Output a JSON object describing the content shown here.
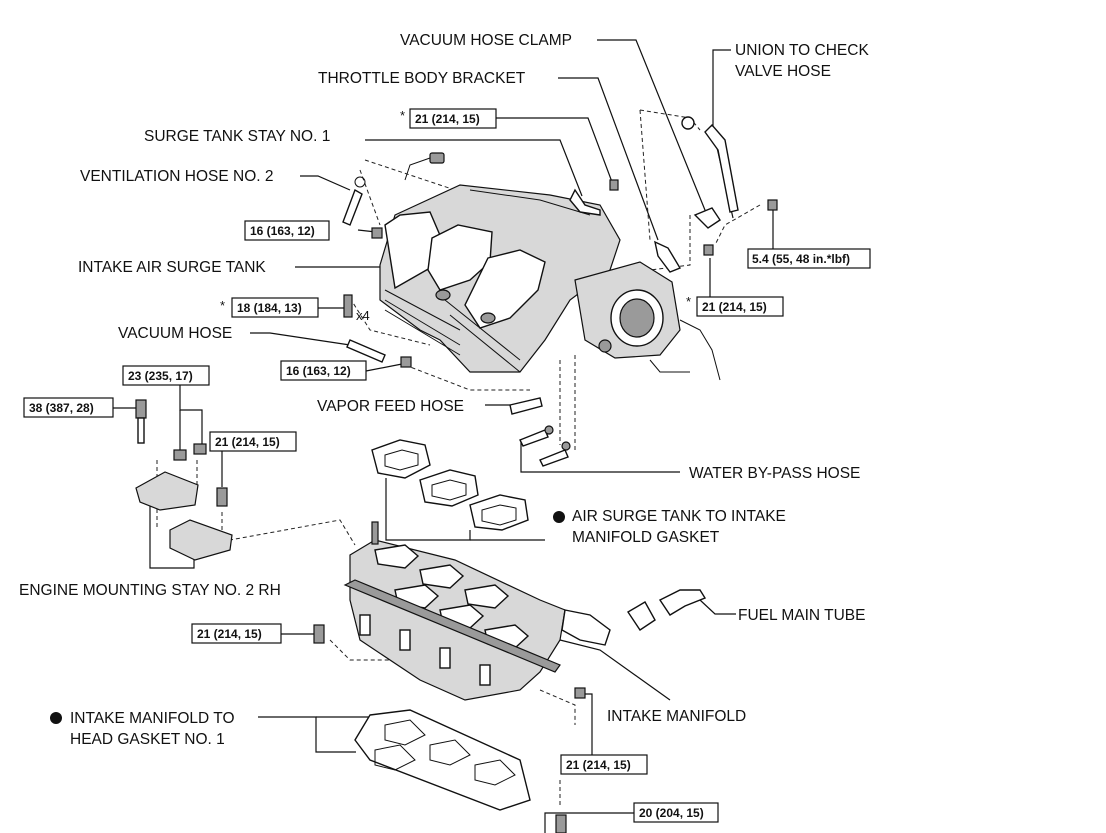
{
  "labels": {
    "vacuum_hose_clamp": "VACUUM HOSE CLAMP",
    "union_check_valve_1": "UNION TO CHECK",
    "union_check_valve_2": "VALVE HOSE",
    "throttle_body_bracket": "THROTTLE BODY BRACKET",
    "surge_tank_stay": "SURGE TANK STAY NO. 1",
    "ventilation_hose": "VENTILATION HOSE NO. 2",
    "intake_air_surge_tank": "INTAKE AIR SURGE TANK",
    "vacuum_hose": "VACUUM HOSE",
    "vapor_feed_hose": "VAPOR FEED HOSE",
    "water_bypass_hose": "WATER BY-PASS HOSE",
    "gasket_surge_1": "AIR SURGE TANK TO INTAKE",
    "gasket_surge_2": "MANIFOLD GASKET",
    "engine_mounting_stay": "ENGINE MOUNTING STAY NO. 2 RH",
    "fuel_main_tube": "FUEL MAIN TUBE",
    "intake_manifold": "INTAKE MANIFOLD",
    "gasket_head_1": "INTAKE MANIFOLD TO",
    "gasket_head_2": "HEAD GASKET NO. 1",
    "x4": "x4"
  },
  "torque": {
    "t_21_top": "21 (214, 15)",
    "t_16_a": "16 (163, 12)",
    "t_54": "5.4 (55, 48 in.*lbf)",
    "t_18": "18 (184, 13)",
    "t_21_right": "21 (214, 15)",
    "t_16_b": "16 (163, 12)",
    "t_23": "23 (235, 17)",
    "t_38": "38 (387, 28)",
    "t_21_stay": "21 (214, 15)",
    "t_21_left": "21 (214, 15)",
    "t_21_bottom": "21 (214, 15)",
    "t_20": "20 (204, 15)"
  },
  "markers": {
    "asterisk": "*"
  }
}
